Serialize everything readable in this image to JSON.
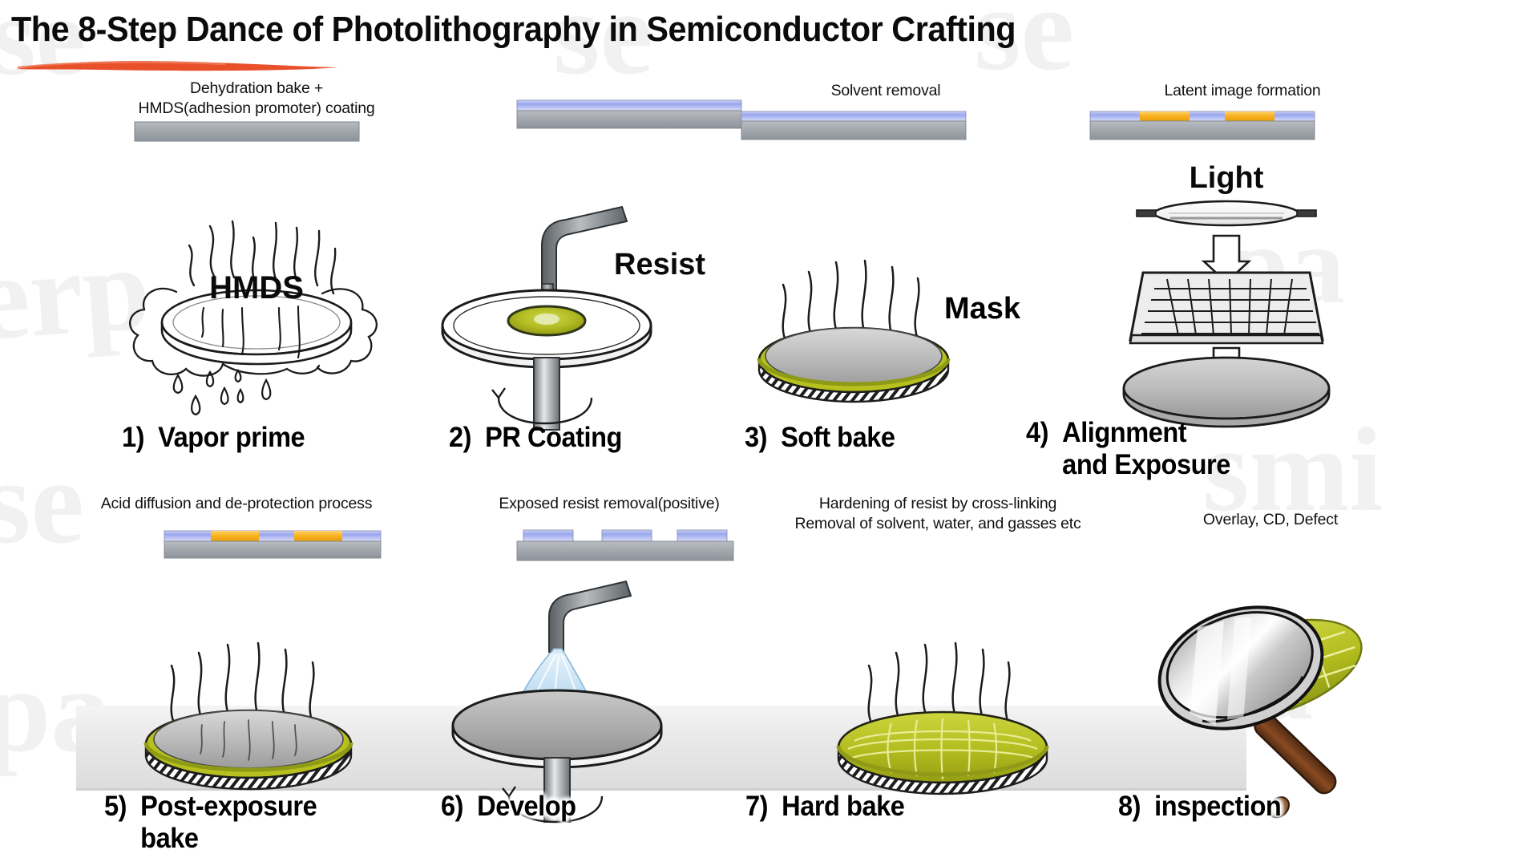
{
  "page": {
    "title": "The 8-Step Dance of Photolithography in Semiconductor Crafting",
    "underline_color": "#e8502a",
    "background": "#ffffff"
  },
  "watermarks": [
    {
      "text": "se"
    },
    {
      "text": "se"
    },
    {
      "text": "se"
    },
    {
      "text": "erp"
    },
    {
      "text": "pa"
    },
    {
      "text": "se"
    },
    {
      "text": "smi"
    },
    {
      "text": "pa"
    },
    {
      "text": "da"
    }
  ],
  "palette": {
    "substrate_gray": "#9aa0a6",
    "resist_blue": "#aab4ee",
    "exposed_orange": "#f9b321",
    "resist_green": "#b5bf26",
    "wafer_gray": "#b8b8b8",
    "line_black": "#111111",
    "magnifier_handle": "#6b3a1e"
  },
  "steps": [
    {
      "id": 1,
      "number": "1)",
      "name": "Vapor prime",
      "caption": "Dehydration bake +\nHMDS(adhesion promoter) coating",
      "art_label": "HMDS",
      "cross_section": "bare-substrate"
    },
    {
      "id": 2,
      "number": "2)",
      "name": "PR Coating",
      "caption": "",
      "art_label": "Resist",
      "cross_section": "substrate-with-resist"
    },
    {
      "id": 3,
      "number": "3)",
      "name": "Soft bake",
      "caption": "Solvent removal",
      "art_label": "",
      "cross_section": "substrate-with-resist"
    },
    {
      "id": 4,
      "number": "4)",
      "name": "Alignment\nand Exposure",
      "caption": "Latent image formation",
      "art_label": "Light",
      "art_label_2": "Mask",
      "cross_section": "substrate-with-exposed-resist"
    },
    {
      "id": 5,
      "number": "5)",
      "name": "Post-exposure\nbake",
      "caption": "Acid diffusion and de-protection process",
      "art_label": "",
      "cross_section": "substrate-with-exposed-resist"
    },
    {
      "id": 6,
      "number": "6)",
      "name": "Develop",
      "caption": "Exposed resist removal(positive)",
      "art_label": "",
      "cross_section": "patterned-resist"
    },
    {
      "id": 7,
      "number": "7)",
      "name": "Hard bake",
      "caption": "Hardening of resist by cross-linking\nRemoval of solvent, water, and gasses etc",
      "art_label": "",
      "cross_section": "none"
    },
    {
      "id": 8,
      "number": "8)",
      "name": "inspection",
      "caption": "Overlay, CD, Defect",
      "art_label": "",
      "cross_section": "none"
    }
  ]
}
